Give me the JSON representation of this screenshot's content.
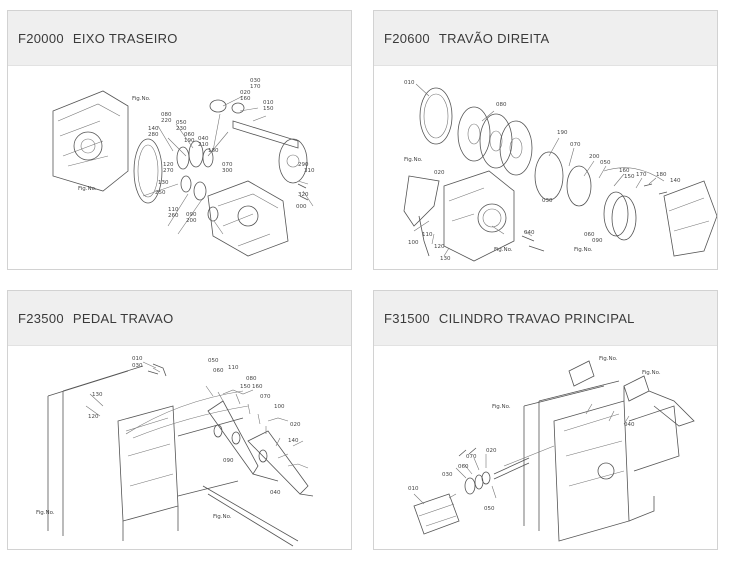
{
  "cards": [
    {
      "code": "F20000",
      "title": "EIXO TRASEIRO",
      "labels": [
        "030",
        "170",
        "020",
        "160",
        "010",
        "150",
        "080",
        "220",
        "050",
        "230",
        "060",
        "190",
        "140",
        "280",
        "040",
        "210",
        "180",
        "250",
        "120",
        "270",
        "130",
        "290",
        "110",
        "260",
        "070",
        "300",
        "090",
        "200",
        "310",
        "320",
        "000",
        "Fig.No.",
        "Fig.No."
      ]
    },
    {
      "code": "F20600",
      "title": "TRAVÃO DIREITA",
      "labels": [
        "010",
        "080",
        "190",
        "070",
        "200",
        "050",
        "160",
        "020",
        "100",
        "170",
        "030",
        "040",
        "110",
        "120",
        "130",
        "060",
        "090",
        "150",
        "180",
        "140",
        "Fig.No.",
        "Fig.No.",
        "Fig.No."
      ]
    },
    {
      "code": "F23500",
      "title": "PEDAL TRAVAO",
      "labels": [
        "010",
        "030",
        "050",
        "060",
        "110",
        "080",
        "150",
        "160",
        "070",
        "100",
        "130",
        "120",
        "020",
        "140",
        "040",
        "090",
        "Fig.No.",
        "Fig.No."
      ]
    },
    {
      "code": "F31500",
      "title": "CILINDRO TRAVAO PRINCIPAL",
      "labels": [
        "040",
        "020",
        "070",
        "060",
        "050",
        "010",
        "030",
        "Fig.No.",
        "Fig.No.",
        "Fig.No."
      ]
    }
  ]
}
